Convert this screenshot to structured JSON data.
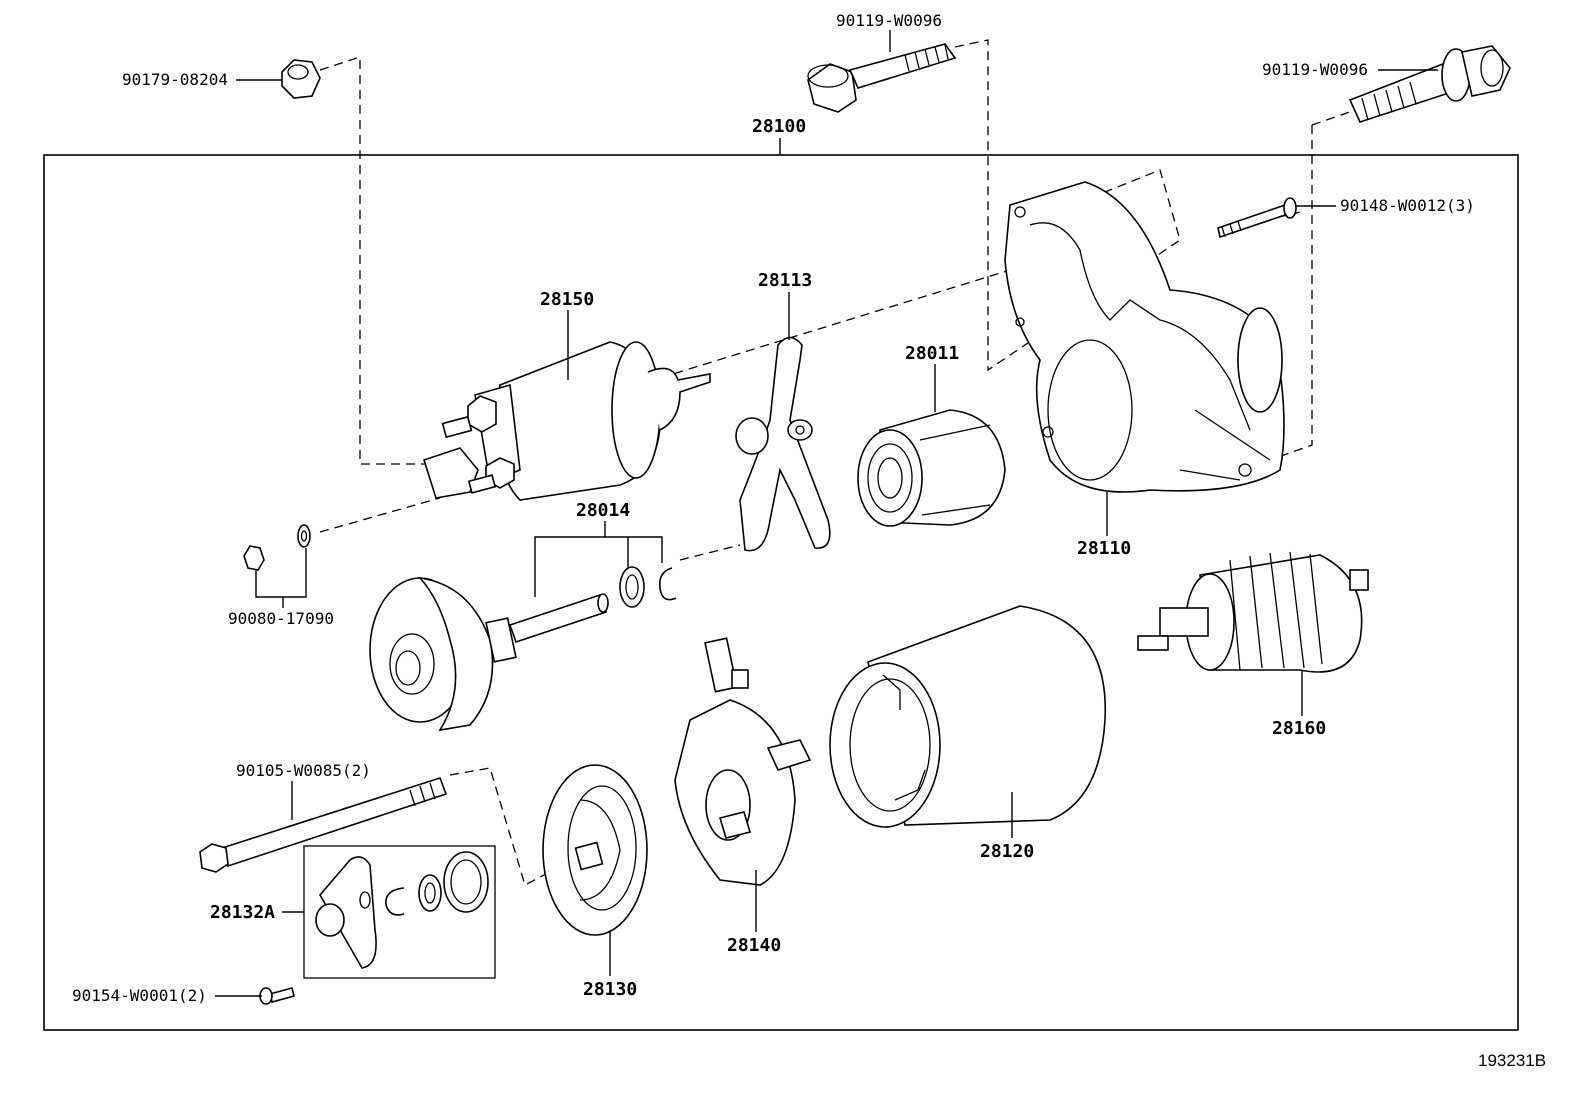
{
  "reference_code": "193231B",
  "assembly": {
    "number": "28100"
  },
  "parts": {
    "p90179": "90179-08204",
    "p90119a": "90119-W0096",
    "p90119b": "90119-W0096",
    "p90148": "90148-W0012(3)",
    "p28150": "28150",
    "p28113": "28113",
    "p28011": "28011",
    "p28110": "28110",
    "p28014": "28014",
    "p90080": "90080-17090",
    "p28160": "28160",
    "p90105": "90105-W0085(2)",
    "p28132A": "28132A",
    "p90154": "90154-W0001(2)",
    "p28130": "28130",
    "p28140": "28140",
    "p28120": "28120"
  }
}
